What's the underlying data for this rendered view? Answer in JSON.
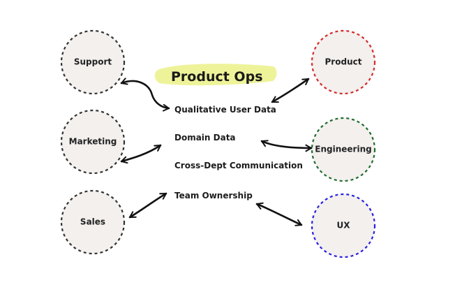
{
  "title": "Product Ops",
  "highlight_color": "#eef39a",
  "nodes": {
    "support": {
      "label": "Support",
      "color": "#333333"
    },
    "marketing": {
      "label": "Marketing",
      "color": "#333333"
    },
    "sales": {
      "label": "Sales",
      "color": "#333333"
    },
    "product": {
      "label": "Product",
      "color": "#d42a2a"
    },
    "engineering": {
      "label": "Engineering",
      "color": "#1f6b2c"
    },
    "ux": {
      "label": "UX",
      "color": "#2a1fe0"
    }
  },
  "center_items": [
    "Qualitative User Data",
    "Domain Data",
    "Cross-Dept Communication",
    "Team Ownership"
  ],
  "connections": [
    {
      "from": "Support",
      "to": "Qualitative User Data"
    },
    {
      "from": "Product",
      "to": "Qualitative User Data"
    },
    {
      "from": "Marketing",
      "to": "Domain Data"
    },
    {
      "from": "Engineering",
      "to": "Domain Data"
    },
    {
      "from": "Sales",
      "to": "Team Ownership"
    },
    {
      "from": "UX",
      "to": "Team Ownership"
    }
  ]
}
